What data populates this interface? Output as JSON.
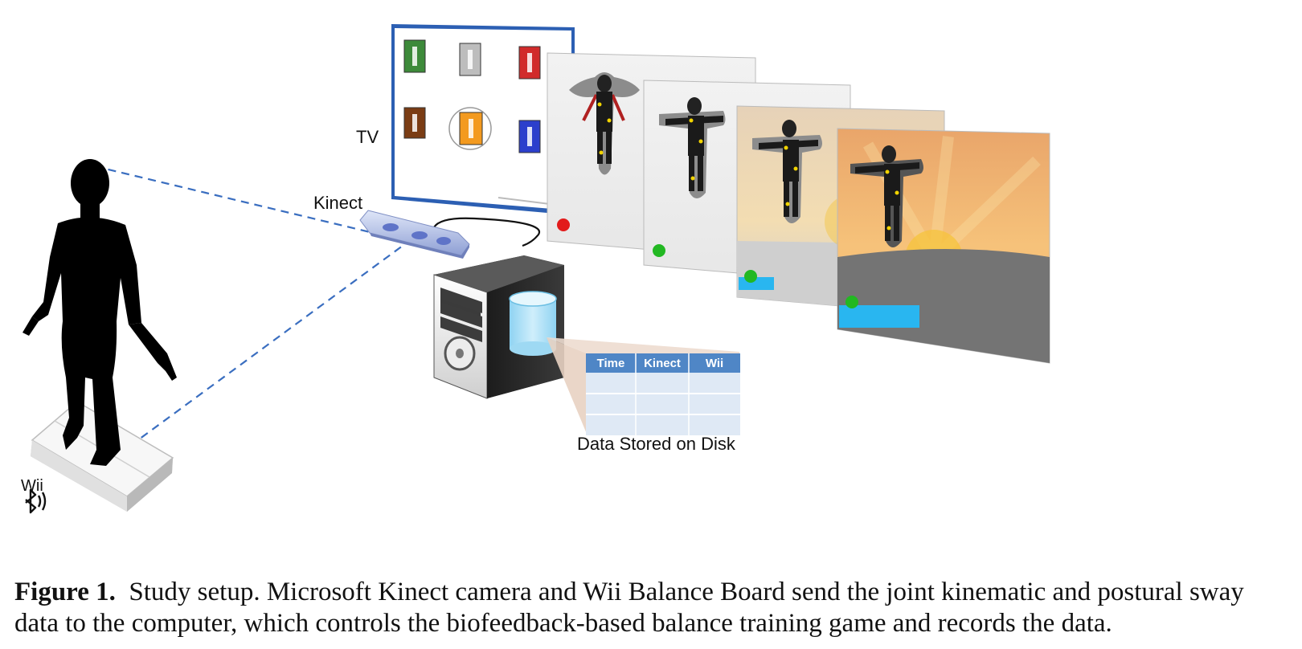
{
  "labels": {
    "tv": "TV",
    "kinect": "Kinect",
    "wii": "Wii",
    "disk": "Data Stored on Disk"
  },
  "table": {
    "headers": [
      "Time",
      "Kinect",
      "Wii"
    ]
  },
  "caption": {
    "figure": "Figure 1.",
    "text": "Study setup. Microsoft Kinect camera and Wii Balance Board send the joint kinematic and postural sway data to the computer, which controls the biofeedback-based balance training game and records the data."
  },
  "icons": {
    "bluetooth": "bluetooth-icon"
  },
  "colors": {
    "dash_line": "#3a6ec0",
    "table_header": "#4f86c6",
    "table_row": "#dfe9f5",
    "ground_blue": "#29b6f0",
    "sun": "#f5c33b"
  }
}
